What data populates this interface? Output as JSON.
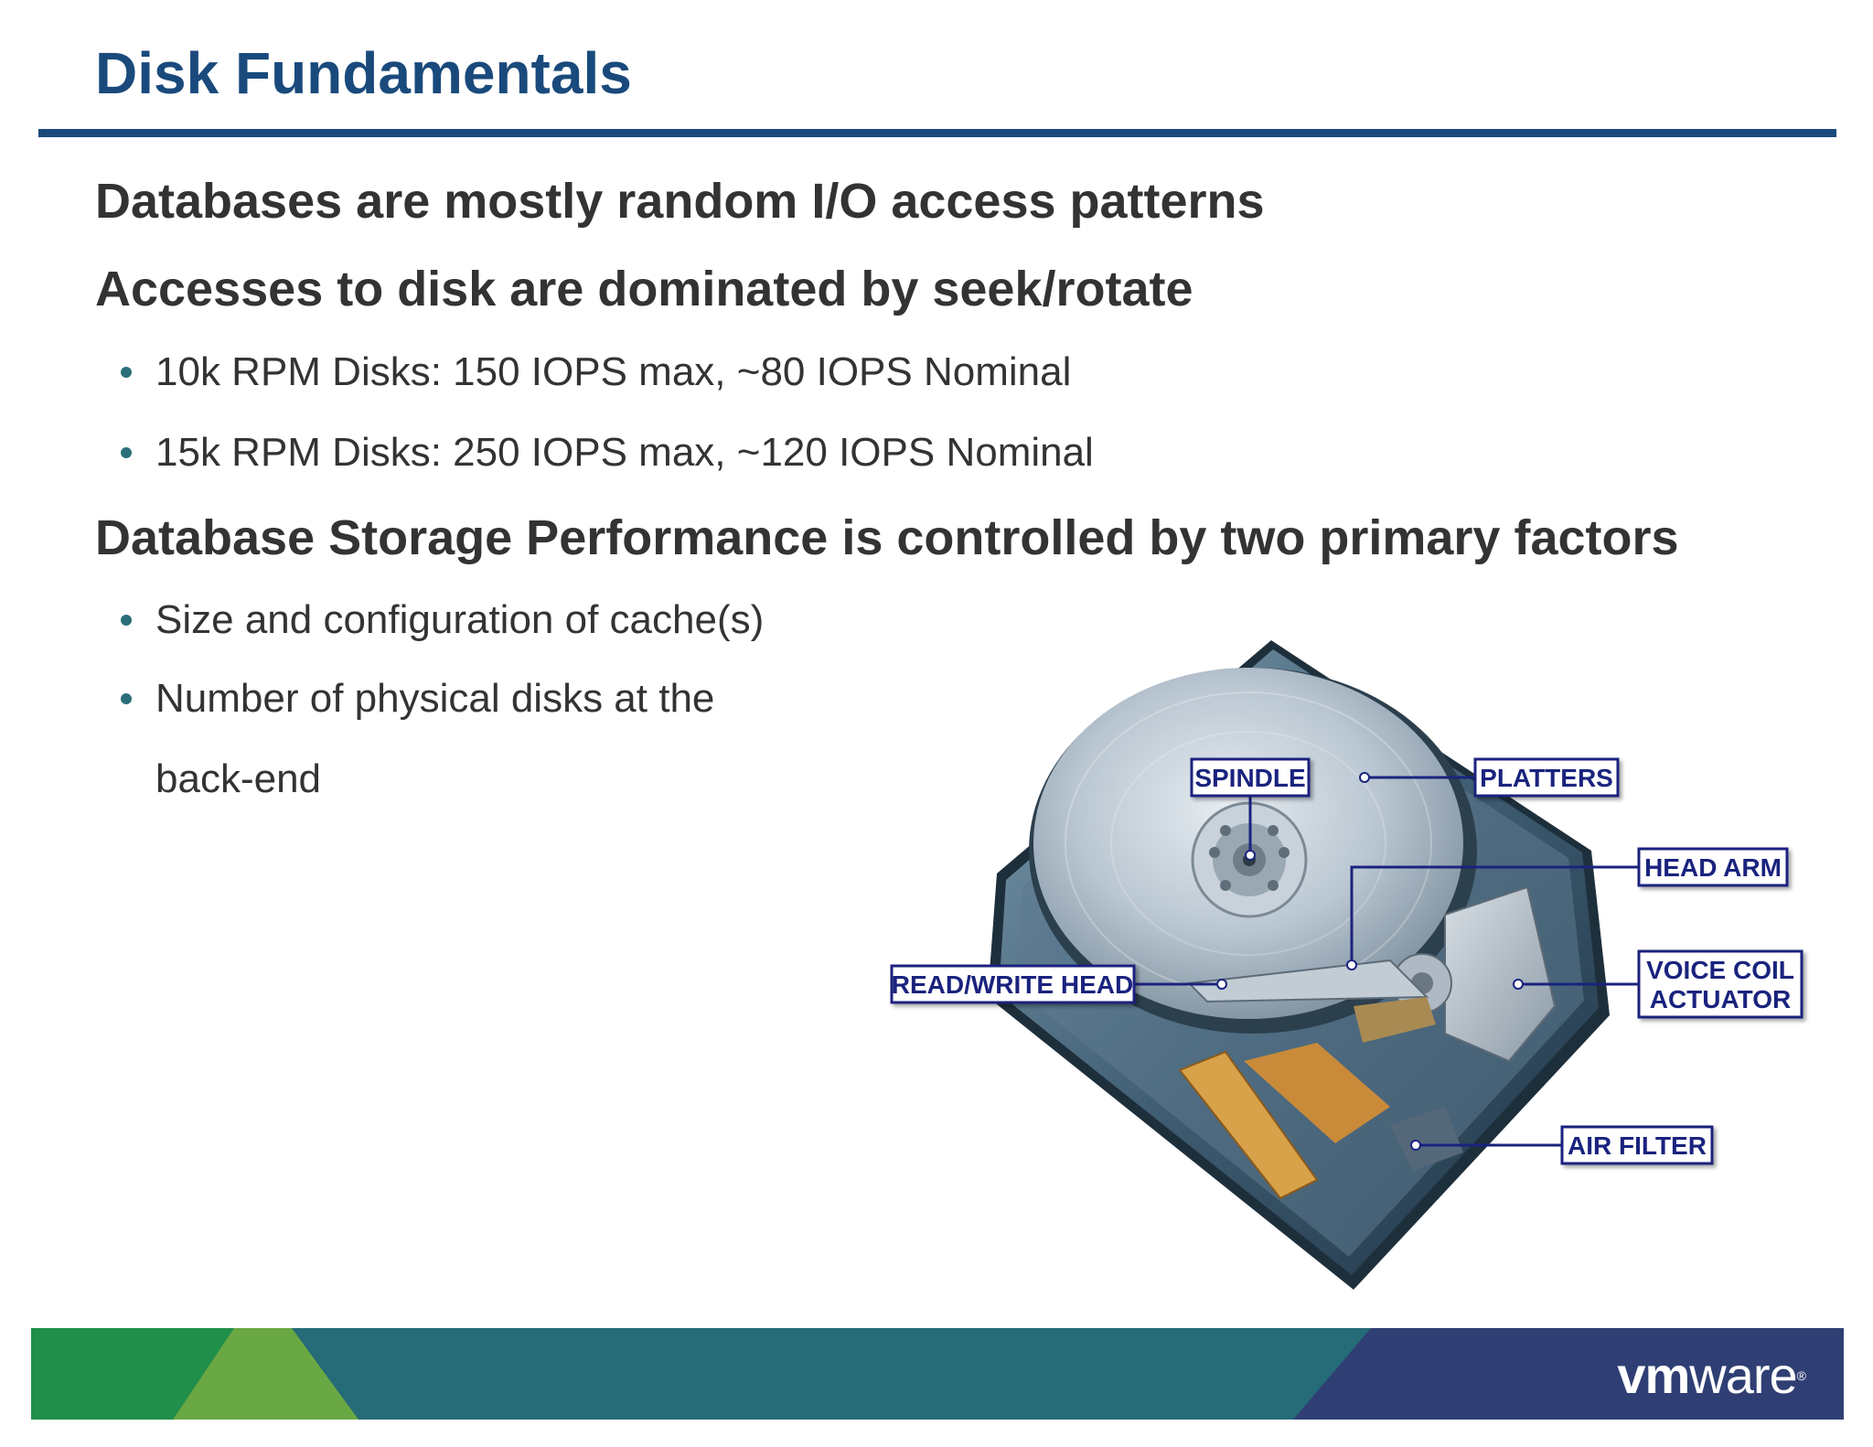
{
  "slide": {
    "title": "Disk Fundamentals"
  },
  "body": {
    "heading_1": "Databases are mostly random I/O access patterns",
    "heading_2": "Accesses to disk are dominated by seek/rotate",
    "bullets_1": [
      "10k RPM Disks: 150 IOPS max, ~80 IOPS Nominal",
      "15k RPM Disks: 250 IOPS max, ~120 IOPS Nominal"
    ],
    "heading_3": "Database Storage Performance is controlled by two primary factors",
    "bullets_2": [
      "Size and configuration of cache(s)",
      "Number of physical disks at the",
      "back-end"
    ]
  },
  "diagram": {
    "labels": {
      "spindle": "SPINDLE",
      "platters": "PLATTERS",
      "head_arm": "HEAD ARM",
      "voice_coil_1": "VOICE COIL",
      "voice_coil_2": "ACTUATOR",
      "read_write_head": "READ/WRITE HEAD",
      "air_filter": "AIR FILTER"
    }
  },
  "footer": {
    "logo_vm": "vm",
    "logo_ware": "ware",
    "logo_reg": "®"
  },
  "colors": {
    "title": "#1a4a7c",
    "text": "#333333",
    "bullet": "#2a6f7a",
    "footer_green_dark": "#1f8f4a",
    "footer_green_light": "#6aa843",
    "footer_teal": "#256b78",
    "footer_navy": "#2f3f74",
    "callout": "#1a237e"
  }
}
